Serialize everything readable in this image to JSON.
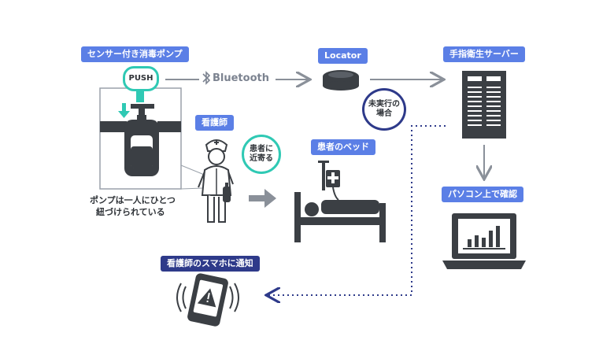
{
  "labels": {
    "sensor_pump": "センサー付き消毒ポンプ",
    "locator": "Locator",
    "server": "手指衛生サーバー",
    "nurse": "看護師",
    "patient_bed": "患者のベッド",
    "pc_check": "パソコン上で確認",
    "smartphone_notify": "看護師のスマホに通知"
  },
  "badges": {
    "push": "PUSH",
    "approach_line1": "患者に",
    "approach_line2": "近寄る",
    "not_done_line1": "未実行の",
    "not_done_line2": "場合"
  },
  "bluetooth": "Bluetooth",
  "caption_line1": "ポンプは一人にひとつ",
  "caption_line2": "紐づけられている",
  "colors": {
    "label_blue": "#5b7fe6",
    "label_dark": "#2e3a8a",
    "teal": "#2fc9b4",
    "icon_dark": "#3b3f44",
    "arrow_gray": "#8a9099",
    "dotted_blue": "#2e3a8a"
  }
}
